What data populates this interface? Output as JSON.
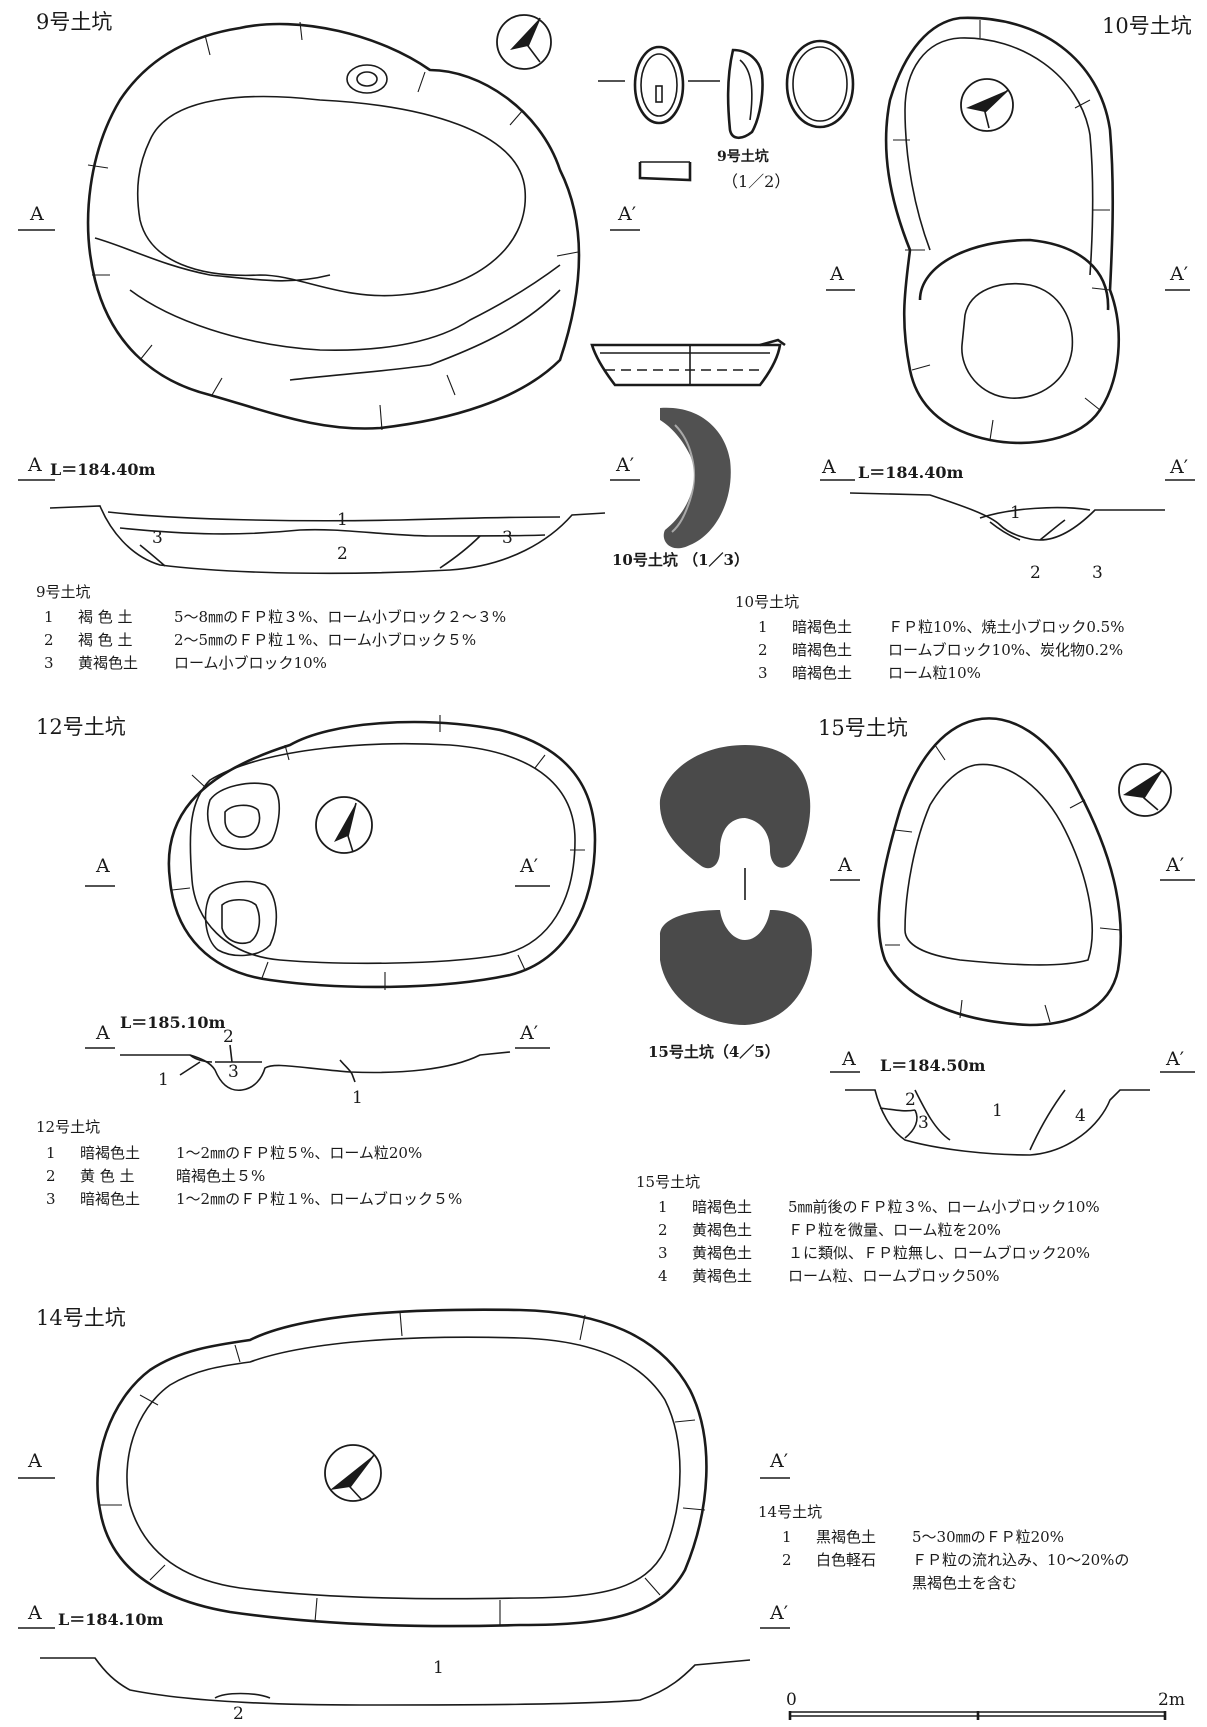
{
  "pit9": {
    "title": "9号土坑",
    "label_a": "A",
    "label_a2": "A′",
    "sec_a": "A",
    "sec_a2": "A′",
    "elevation": "L＝184.40m",
    "layer_nums": [
      "1",
      "2",
      "3",
      "3"
    ],
    "artifact_caption": "9号土坑",
    "artifact_scale": "（1／2）",
    "legend_heading": "9号土坑",
    "legend": [
      {
        "n": "1",
        "soil": "褐 色 土",
        "desc": "5～8㎜のＦＰ粒３%、ローム小ブロック２～３%"
      },
      {
        "n": "2",
        "soil": "褐 色 土",
        "desc": "2～5㎜のＦＰ粒１%、ローム小ブロック５%"
      },
      {
        "n": "3",
        "soil": "黄褐色土",
        "desc": "ローム小ブロック10%"
      }
    ]
  },
  "pit10": {
    "title": "10号土坑",
    "label_a": "A",
    "label_a2": "A′",
    "sec_a": "A",
    "sec_a2": "A′",
    "elevation": "L＝184.40m",
    "layer_nums": [
      "1",
      "2",
      "3"
    ],
    "artifact_caption": "10号土坑 （1／3）",
    "legend_heading": "10号土坑",
    "legend": [
      {
        "n": "1",
        "soil": "暗褐色土",
        "desc": "ＦＰ粒10%、焼土小ブロック0.5%"
      },
      {
        "n": "2",
        "soil": "暗褐色土",
        "desc": "ロームブロック10%、炭化物0.2%"
      },
      {
        "n": "3",
        "soil": "暗褐色土",
        "desc": "ローム粒10%"
      }
    ]
  },
  "pit12": {
    "title": "12号土坑",
    "label_a": "A",
    "label_a2": "A′",
    "sec_a": "A",
    "sec_a2": "A′",
    "elevation": "L＝185.10m",
    "layer_nums": [
      "1",
      "2",
      "3",
      "1"
    ],
    "legend_heading": "12号土坑",
    "legend": [
      {
        "n": "1",
        "soil": "暗褐色土",
        "desc": "1～2㎜のＦＰ粒５%、ローム粒20%"
      },
      {
        "n": "2",
        "soil": "黄 色 土",
        "desc": "暗褐色土５%"
      },
      {
        "n": "3",
        "soil": "暗褐色土",
        "desc": "1～2㎜のＦＰ粒１%、ロームブロック５%"
      }
    ]
  },
  "pit15": {
    "title": "15号土坑",
    "label_a": "A",
    "label_a2": "A′",
    "sec_a": "A",
    "sec_a2": "A′",
    "elevation": "L＝184.50m",
    "layer_nums": [
      "2",
      "3",
      "1",
      "4"
    ],
    "artifact_caption": "15号土坑（4／5）",
    "legend_heading": "15号土坑",
    "legend": [
      {
        "n": "1",
        "soil": "暗褐色土",
        "desc": "5㎜前後のＦＰ粒３%、ローム小ブロック10%"
      },
      {
        "n": "2",
        "soil": "黄褐色土",
        "desc": "ＦＰ粒を微量、ローム粒を20%"
      },
      {
        "n": "3",
        "soil": "黄褐色土",
        "desc": "１に類似、ＦＰ粒無し、ロームブロック20%"
      },
      {
        "n": "4",
        "soil": "黄褐色土",
        "desc": "ローム粒、ロームブロック50%"
      }
    ]
  },
  "pit14": {
    "title": "14号土坑",
    "label_a": "A",
    "label_a2": "A′",
    "sec_a": "A",
    "sec_a2": "A′",
    "elevation": "L＝184.10m",
    "layer_nums": [
      "1",
      "2"
    ],
    "legend_heading": "14号土坑",
    "legend": [
      {
        "n": "1",
        "soil": "黒褐色土",
        "desc": "5～30㎜のＦＰ粒20%"
      },
      {
        "n": "2",
        "soil": "白色軽石",
        "desc": "ＦＰ粒の流れ込み、10～20%の"
      }
    ],
    "legend_cont": "黒褐色土を含む"
  },
  "scale_bar": {
    "start": "0",
    "end": "2m"
  }
}
